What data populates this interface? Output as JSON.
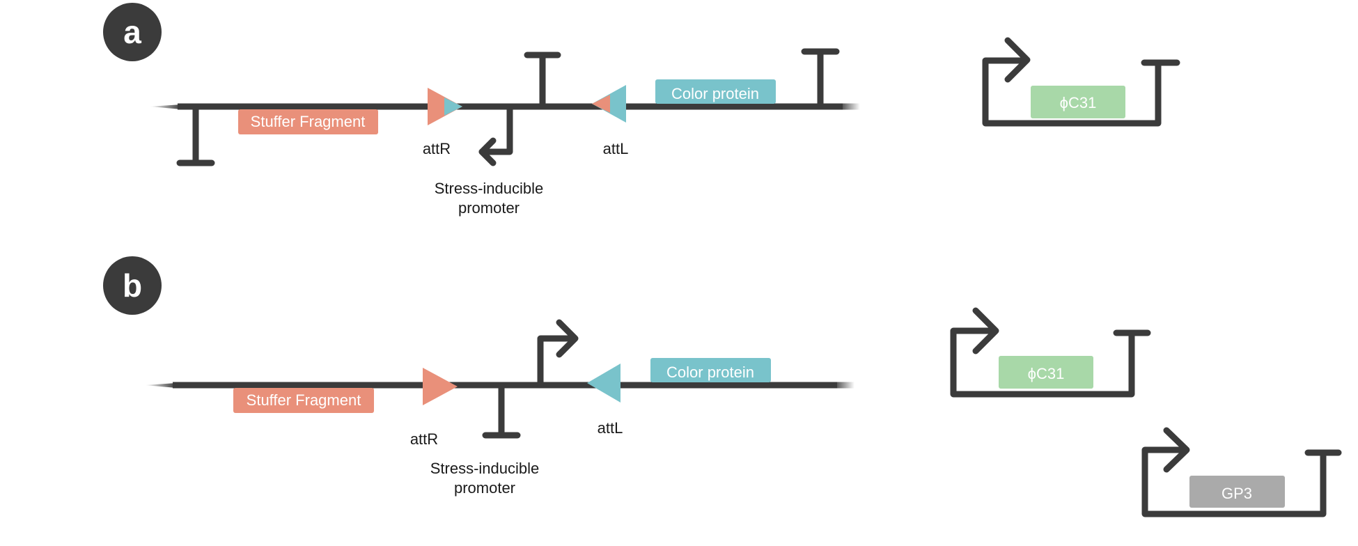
{
  "colors": {
    "dna": "#3b3b3b",
    "stuffer": "#e9907a",
    "color_protein": "#79c3cb",
    "phic31": "#a8d8a8",
    "gp3": "#aaaaaa"
  },
  "panel_a": {
    "letter": "a",
    "stuffer_label": "Stuffer Fragment",
    "color_protein_label": "Color protein",
    "attR_label": "attR",
    "attL_label": "attL",
    "promoter_line1": "Stress-inducible",
    "promoter_line2": "promoter",
    "plasmid_label": "ϕC31"
  },
  "panel_b": {
    "letter": "b",
    "stuffer_label": "Stuffer Fragment",
    "color_protein_label": "Color protein",
    "attR_label": "attR",
    "attL_label": "attL",
    "promoter_line1": "Stress-inducible",
    "promoter_line2": "promoter",
    "plasmid1_label": "ϕC31",
    "plasmid2_label": "GP3"
  }
}
